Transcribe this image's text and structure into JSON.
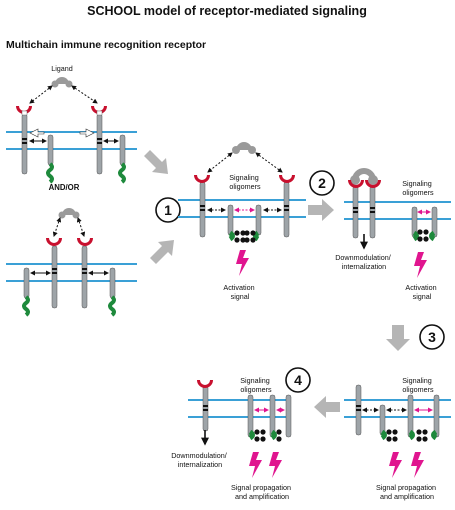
{
  "title": "SCHOOL model of receptor-mediated signaling",
  "subtitle": "Multichain immune recognition receptor",
  "labels": {
    "ligand": "Ligand",
    "and_or": "AND/OR",
    "signaling_oligomers": "Signaling\noligomers",
    "activation_signal": "Activation\nsignal",
    "downmodulation": "Downmodulation/\ninternalization",
    "signal_propagation": "Signal propagation\nand amplification"
  },
  "steps": [
    "1",
    "2",
    "3",
    "4"
  ],
  "colors": {
    "membrane": "#3aa0d6",
    "receptor_chain": "#9ea4a8",
    "ligand_binding": "#c8102e",
    "signaling_domain": "#1e8a3c",
    "phospho": "#111111",
    "flash": "#e0158f",
    "process_arrow": "#b5b5b5"
  }
}
